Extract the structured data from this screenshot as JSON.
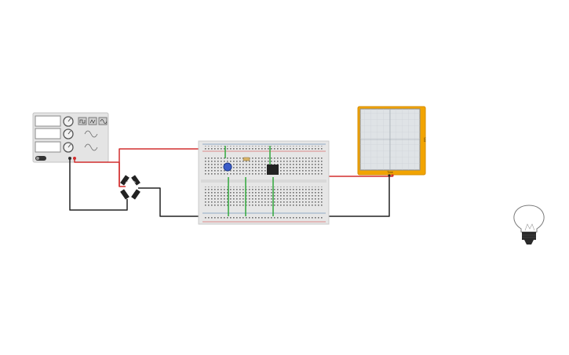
{
  "app": {
    "canvas": "circuit-workspace"
  },
  "function_generator": {
    "display_1": "",
    "display_2": "",
    "display_3": "",
    "waveform_buttons": [
      "square",
      "triangle",
      "sine"
    ],
    "icons": [
      "power-icon"
    ]
  },
  "breadboard": {
    "components": [
      "potentiometer",
      "resistor",
      "ic-chip"
    ]
  },
  "oscilloscope": {
    "label_bottom": "Time",
    "label_right": "Volt"
  },
  "bridge_rectifier": {
    "diodes": 4
  },
  "lightbulb": {
    "state": "off"
  },
  "colors": {
    "wire_red": "#d22f2f",
    "wire_black": "#222222",
    "wire_green": "#3cab45",
    "scope_frame": "#f2a400"
  }
}
